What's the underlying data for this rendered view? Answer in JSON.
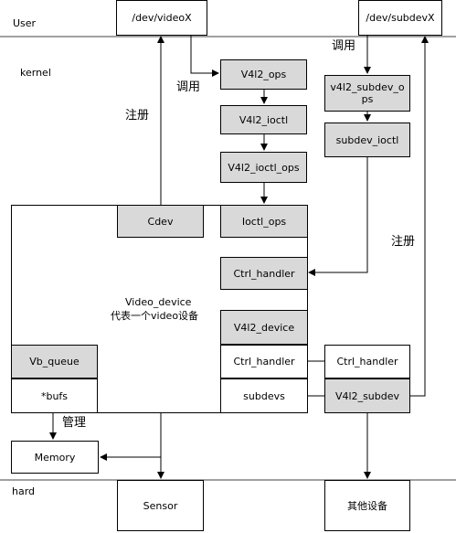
{
  "layers": {
    "user": "User",
    "kernel": "kernel",
    "hard": "hard"
  },
  "boxes": {
    "dev_videox": "/dev/videoX",
    "dev_subdevx": "/dev/subdevX",
    "v4l2_ops": "V4l2_ops",
    "v4l2_ioctl": "V4l2_ioctl",
    "v4l2_ioctl_ops": "V4l2_ioctl_ops",
    "v4l2_subdev_ops": "v4l2_subdev_o\nps",
    "subdev_ioctl": "subdev_ioctl",
    "cdev": "Cdev",
    "ioctl_ops": "Ioctl_ops",
    "ctrl_handler_main": "Ctrl_handler",
    "v4l2_device": "V4l2_device",
    "ctrl_handler_dev": "Ctrl_handler",
    "subdevs": "subdevs",
    "ctrl_handler_sub": "Ctrl_handler",
    "v4l2_subdev": "V4l2_subdev",
    "vb_queue": "Vb_queue",
    "bufs": "*bufs",
    "memory": "Memory",
    "sensor": "Sensor",
    "other_device": "其他设备"
  },
  "annotations": {
    "video_device_name": "Video_device",
    "video_device_desc": "代表一个video设备",
    "call_left": "调用",
    "call_right": "调用",
    "register_left": "注册",
    "register_right": "注册",
    "manage": "管理"
  }
}
